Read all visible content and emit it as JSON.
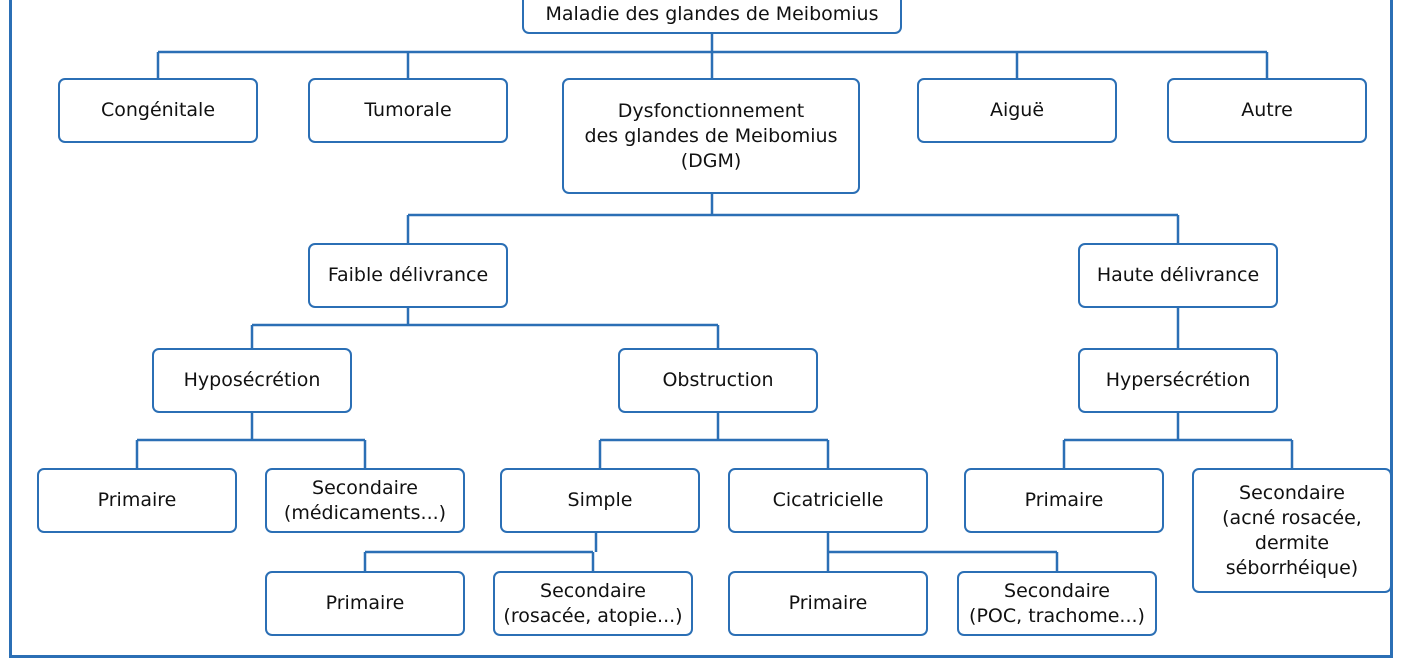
{
  "nodes": {
    "root": "Maladie des glandes de Meibomius",
    "congenitale": "Congénitale",
    "tumorale": "Tumorale",
    "dgm": "Dysfonctionnement\ndes glandes de Meibomius\n(DGM)",
    "aigue": "Aiguë",
    "autre": "Autre",
    "faible": "Faible délivrance",
    "haute": "Haute délivrance",
    "hyposecretion": "Hyposécrétion",
    "obstruction": "Obstruction",
    "hypersecretion": "Hypersécrétion",
    "hypo_primaire": "Primaire",
    "hypo_secondaire": "Secondaire\n(médicaments...)",
    "simple": "Simple",
    "cicatricielle": "Cicatricielle",
    "hyper_primaire": "Primaire",
    "hyper_secondaire": "Secondaire\n(acné rosacée,\ndermite\nséborrhéique)",
    "simple_primaire": "Primaire",
    "simple_secondaire": "Secondaire\n(rosacée, atopie...)",
    "cica_primaire": "Primaire",
    "cica_secondaire": "Secondaire\n(POC, trachome...)"
  },
  "colors": {
    "accent": "#2b6fb5",
    "text": "#111111"
  }
}
